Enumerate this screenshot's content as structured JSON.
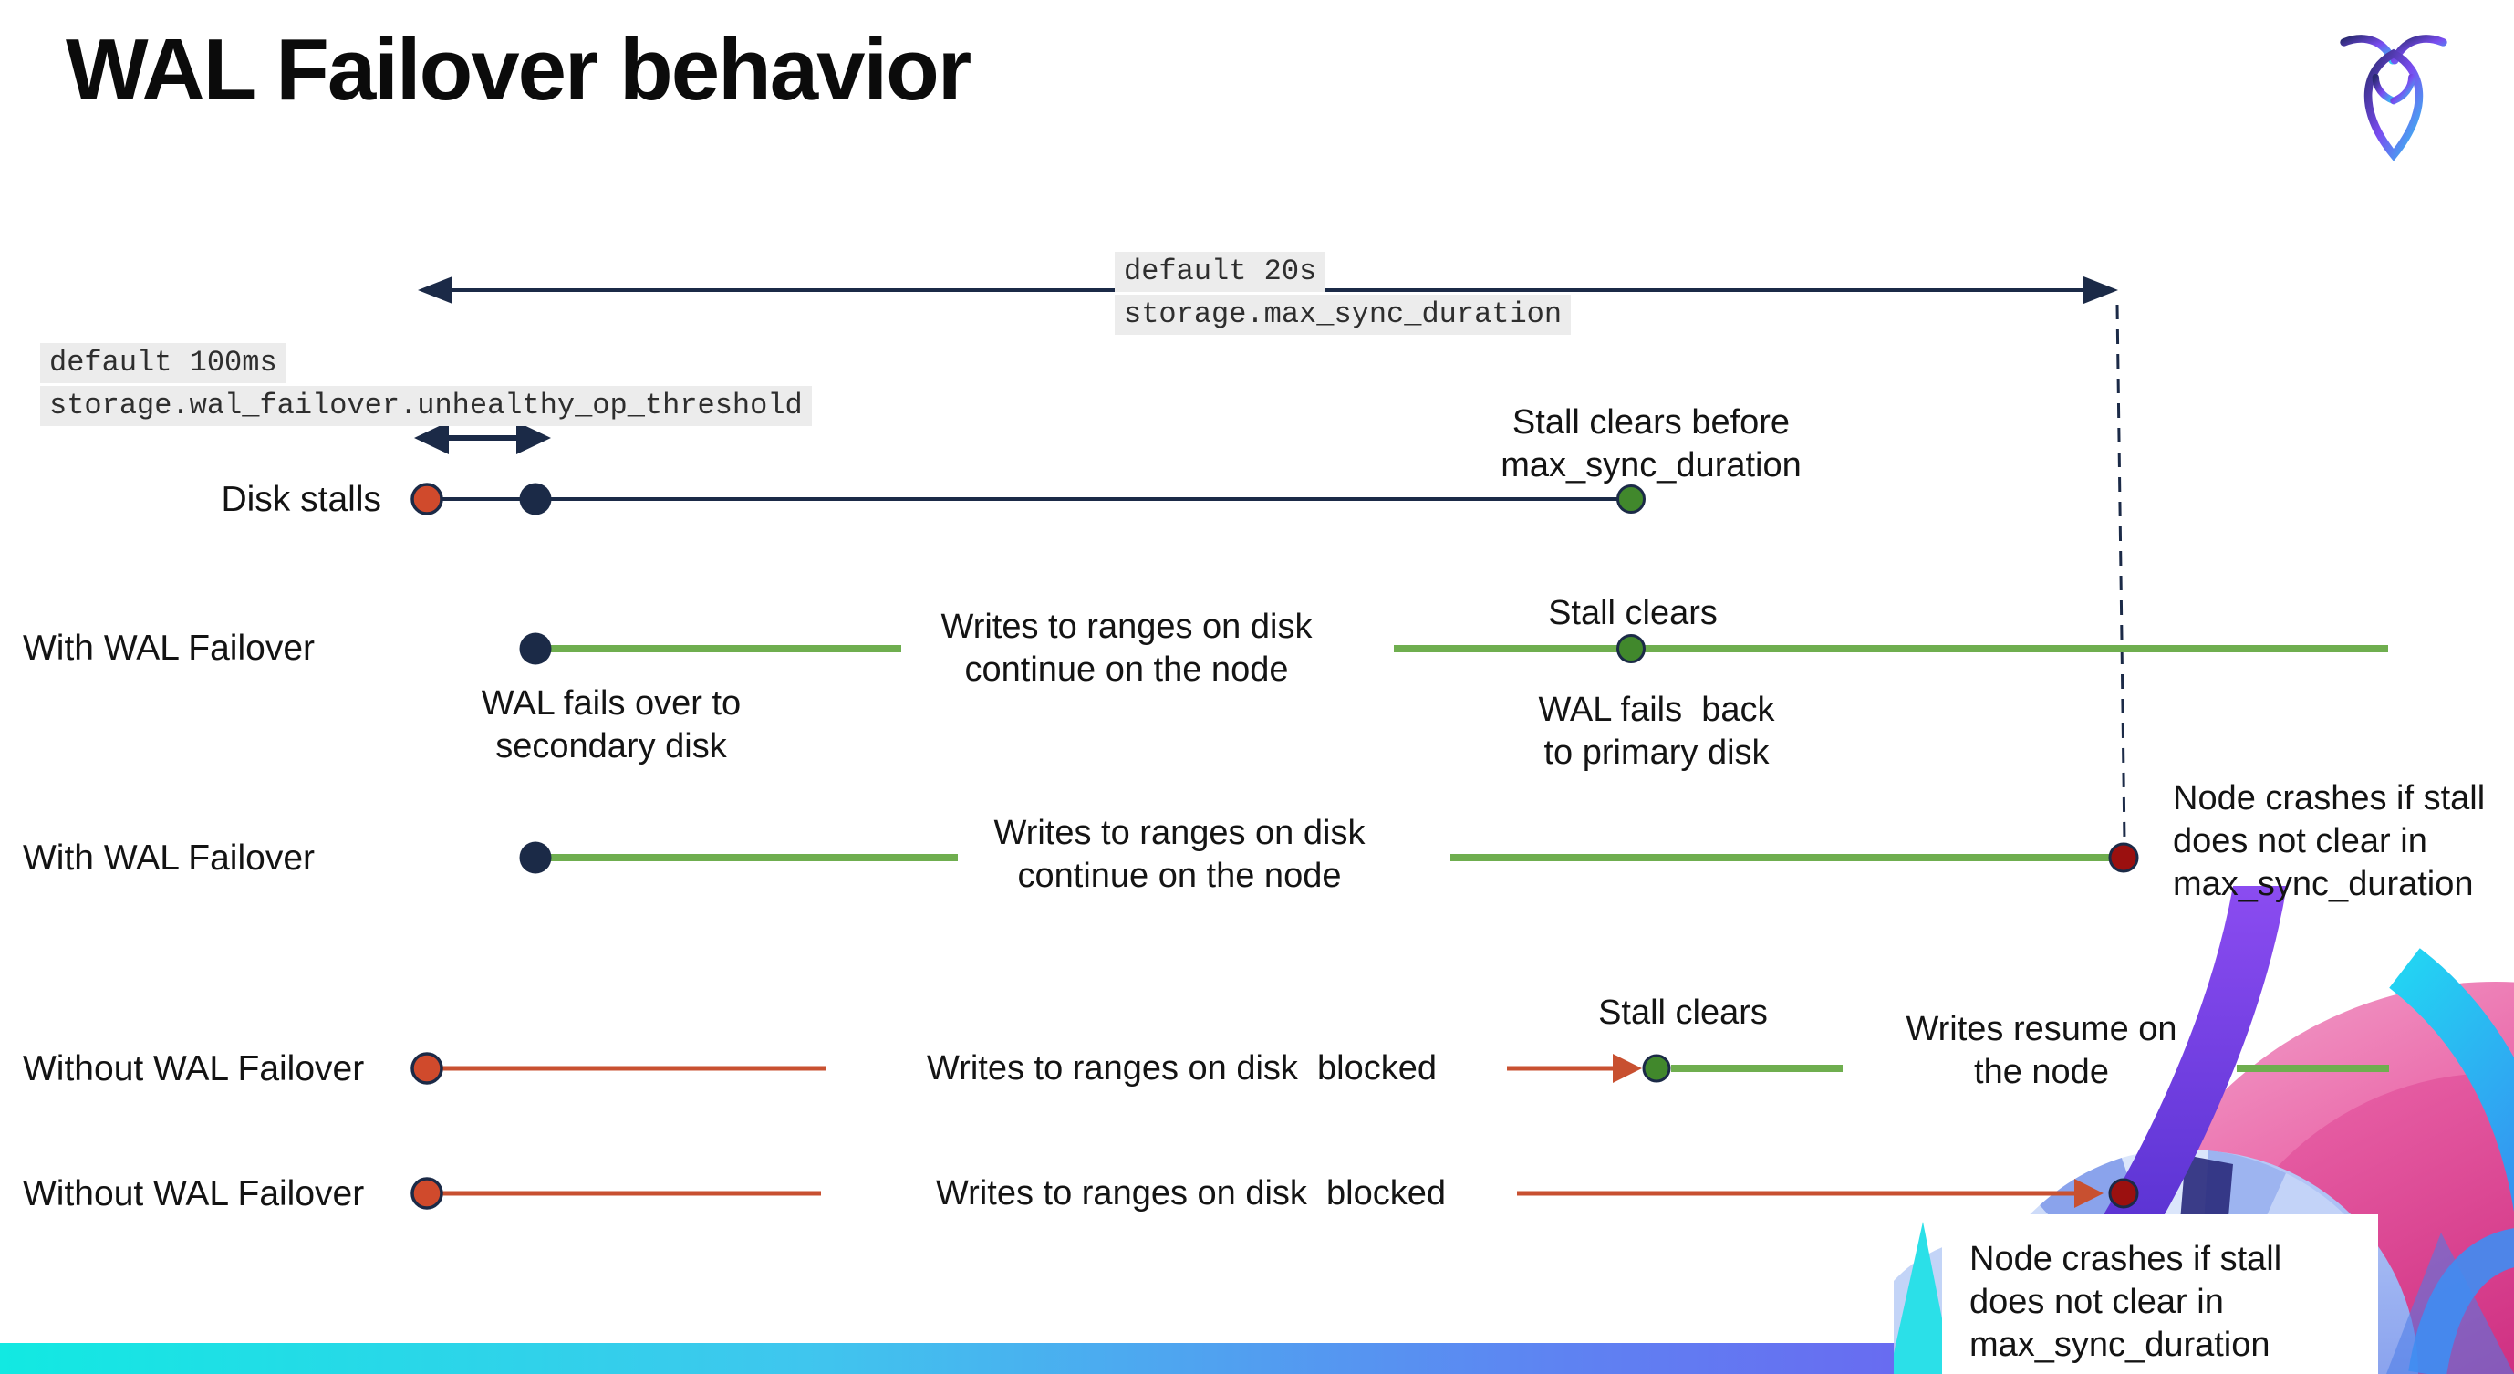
{
  "slide": {
    "title": "WAL Failover behavior",
    "logo": "cockroach-logo"
  },
  "annotations": {
    "max_sync": {
      "line1": "default 20s",
      "line2": "storage.max_sync_duration"
    },
    "threshold": {
      "line1": "default 100ms",
      "line2": "storage.wal_failover.unhealthy_op_threshold"
    }
  },
  "rows": [
    {
      "id": "disk-stalls",
      "label": "Disk stalls",
      "callouts": {
        "stall_clears_before": "Stall clears before\nmax_sync_duration"
      }
    },
    {
      "id": "with-wal-failover-1",
      "label": "With WAL Failover",
      "callouts": {
        "fails_over": "WAL fails over to\nsecondary disk",
        "writes_continue": "Writes to ranges on disk\ncontinue on the node",
        "stall_clears": "Stall clears",
        "fails_back": "WAL fails  back\nto primary disk"
      }
    },
    {
      "id": "with-wal-failover-2",
      "label": "With WAL Failover",
      "callouts": {
        "writes_continue": "Writes to ranges on disk\ncontinue on the node",
        "node_crashes": "Node crashes if stall\ndoes not clear in\nmax_sync_duration"
      }
    },
    {
      "id": "without-wal-failover-1",
      "label": "Without WAL Failover",
      "callouts": {
        "writes_blocked": "Writes to ranges on disk  blocked",
        "stall_clears": "Stall clears",
        "writes_resume": "Writes resume on\nthe node"
      }
    },
    {
      "id": "without-wal-failover-2",
      "label": "Without WAL Failover",
      "callouts": {
        "writes_blocked": "Writes to ranges on disk  blocked",
        "node_crashes": "Node crashes if stall\ndoes not clear in\nmax_sync_duration"
      }
    }
  ],
  "colors": {
    "navy": "#1b2a47",
    "green_line": "#6fae4f",
    "green_dot": "#41882c",
    "red": "#d04a2c",
    "red_line": "#c85030",
    "dark_red": "#9b100f",
    "code_background": "#ececec",
    "footer_gradient_start": "#12e9e2",
    "footer_gradient_end": "#7a49f0"
  }
}
